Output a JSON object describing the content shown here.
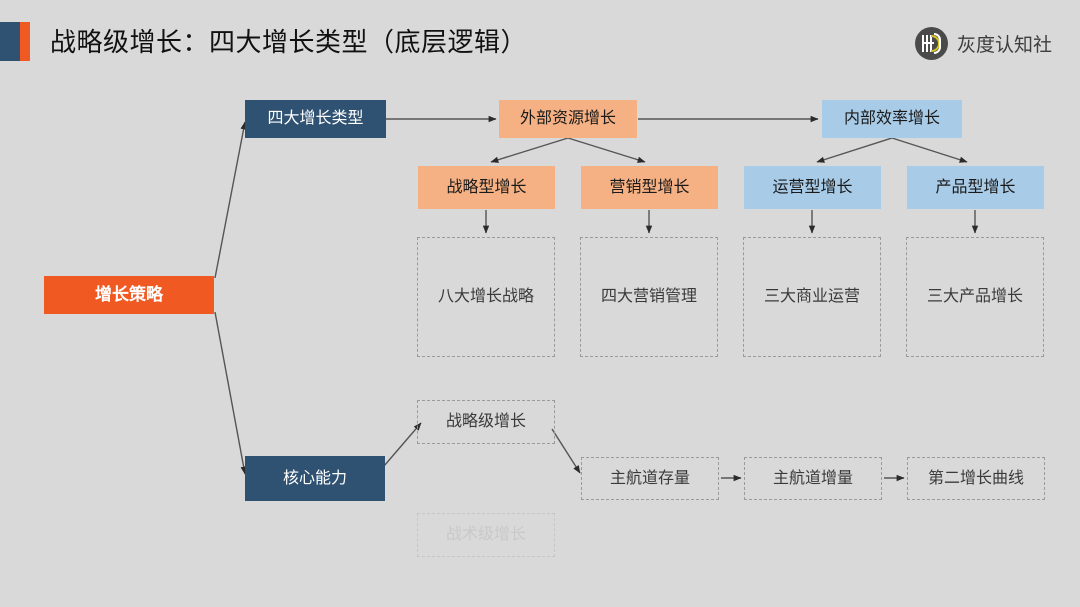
{
  "header": {
    "title": "战略级增长：四大增长类型（底层逻辑）",
    "accent_navy": "#2f5272",
    "accent_orange": "#f05a22"
  },
  "brand": {
    "logo_icon_name": "hd-circle-logo",
    "name": "灰度认知社"
  },
  "diagram": {
    "root": {
      "label": "增长策略"
    },
    "branches": [
      {
        "label": "四大增长类型"
      },
      {
        "label": "核心能力"
      }
    ],
    "growth_sources": [
      {
        "label": "外部资源增长",
        "color": "#f5b183"
      },
      {
        "label": "内部效率增长",
        "color": "#a8cbe8"
      }
    ],
    "growth_types": [
      {
        "label": "战略型增长",
        "color": "#f5b183"
      },
      {
        "label": "营销型增长",
        "color": "#f5b183"
      },
      {
        "label": "运营型增长",
        "color": "#a8cbe8"
      },
      {
        "label": "产品型增长",
        "color": "#a8cbe8"
      }
    ],
    "detail_panels": [
      {
        "label": "八大增长战略"
      },
      {
        "label": "四大营销管理"
      },
      {
        "label": "三大商业运营"
      },
      {
        "label": "三大产品增长"
      }
    ],
    "capability_levels": [
      {
        "label": "战略级增长",
        "state": "active"
      },
      {
        "label": "战术级增长",
        "state": "faded"
      }
    ],
    "strategy_chain": [
      {
        "label": "主航道存量"
      },
      {
        "label": "主航道增量"
      },
      {
        "label": "第二增长曲线"
      }
    ]
  }
}
